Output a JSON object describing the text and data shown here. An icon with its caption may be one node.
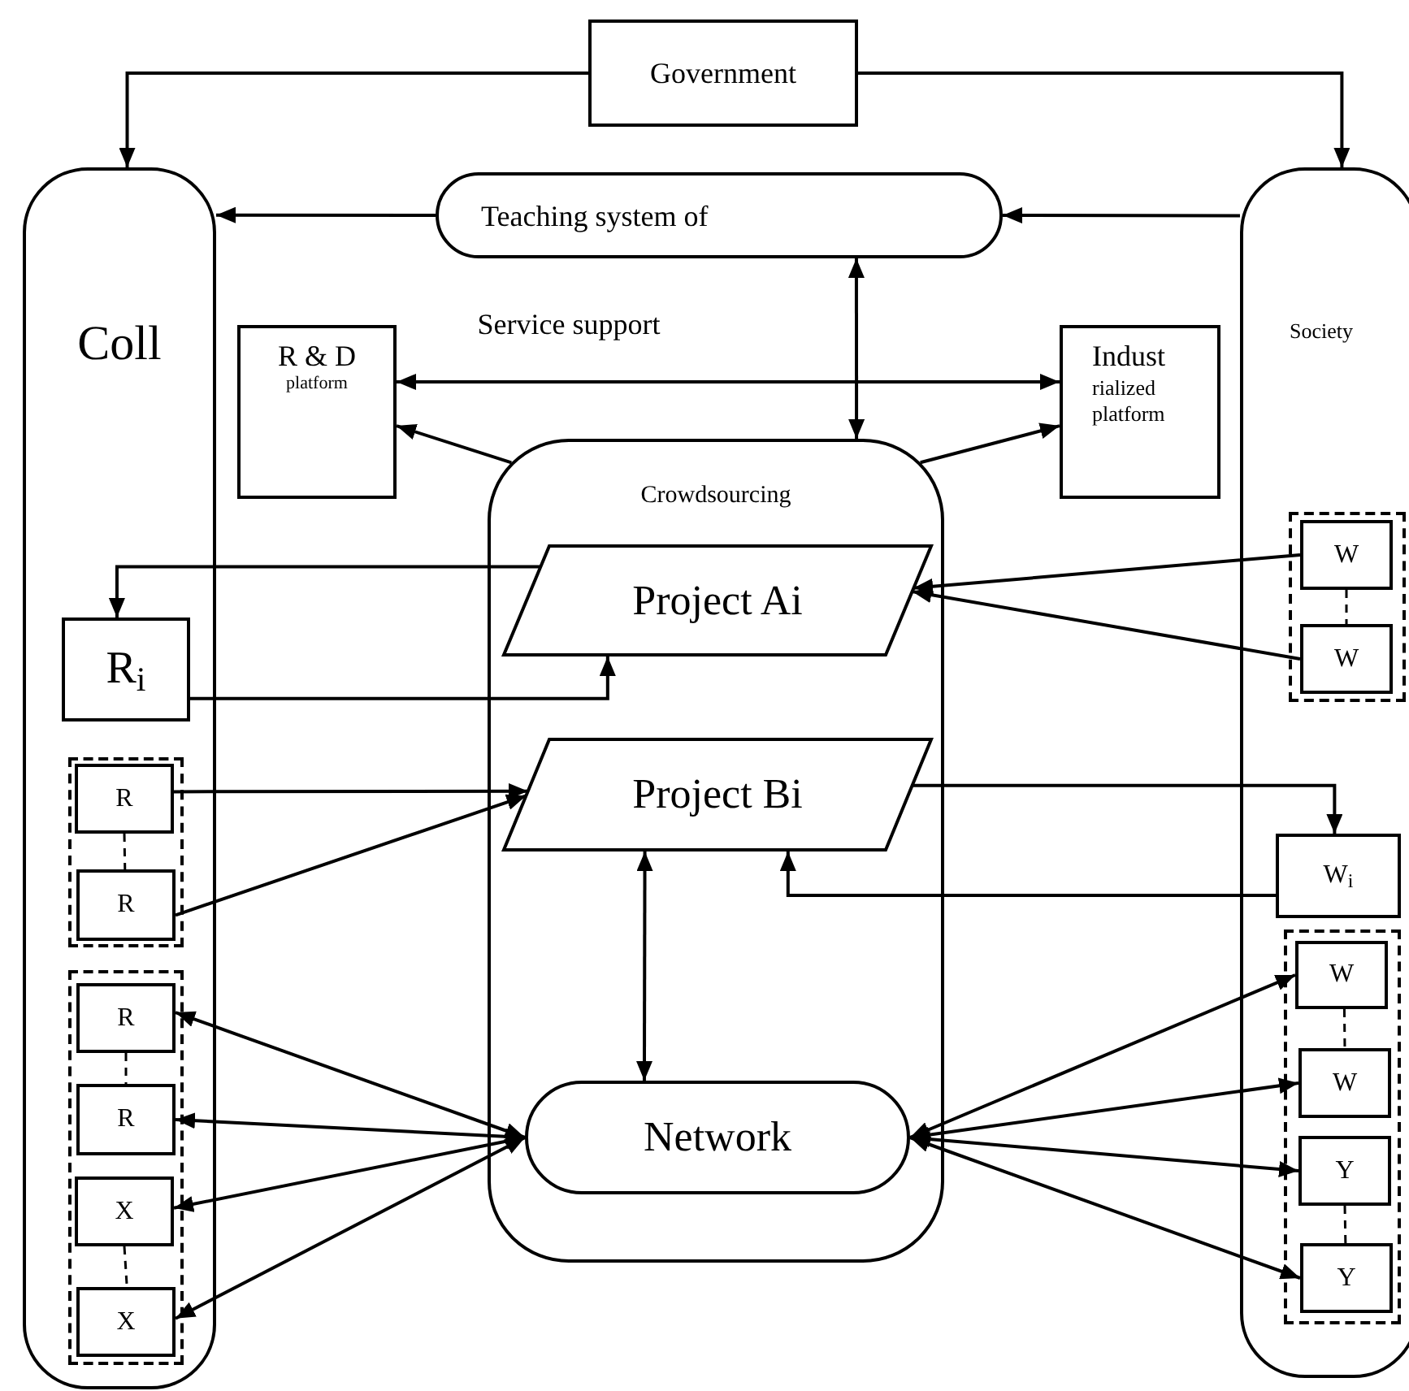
{
  "diagram": {
    "nodes": [
      {
        "text": [
          "Government"
        ]
      },
      {
        "text": [
          "Coll"
        ]
      },
      {
        "text": [
          "Teaching system of"
        ]
      },
      {
        "text": [
          "Society"
        ]
      },
      {
        "text": [
          "R & D",
          "platform"
        ]
      },
      {
        "text": [
          "Indust",
          "rialized platform"
        ]
      },
      {
        "text": [
          "Crowdsourcing"
        ]
      },
      {
        "text": [
          "Project Ai"
        ],
        "in": 6
      },
      {
        "text": [
          "Project Bi"
        ],
        "in": 6
      },
      {
        "text": [
          "Network"
        ],
        "in": 6
      },
      {
        "text": [
          "R$_{i}$"
        ],
        "in": 1
      },
      {
        "text": [],
        "shape": "box",
        "in": 1
      },
      {
        "text": [
          "R"
        ],
        "in": 11
      },
      {
        "text": [
          "R"
        ],
        "in": 11
      },
      {
        "text": [],
        "shape": "box",
        "in": 1
      },
      {
        "text": [
          "R"
        ],
        "in": 14
      },
      {
        "text": [
          "R"
        ],
        "in": 14
      },
      {
        "text": [
          "X"
        ],
        "in": 14
      },
      {
        "text": [
          "X"
        ],
        "in": 14
      },
      {
        "text": [],
        "shape": "box",
        "in": 3
      },
      {
        "text": [
          "W"
        ],
        "in": 19
      },
      {
        "text": [
          "W"
        ],
        "in": 19
      },
      {
        "text": [
          "W$_{i}$"
        ],
        "in": 3
      },
      {
        "text": [],
        "shape": "box",
        "in": 3
      },
      {
        "text": [
          "W"
        ],
        "in": 23
      },
      {
        "text": [
          "W"
        ],
        "in": 23
      },
      {
        "text": [
          "Y"
        ],
        "in": 23
      },
      {
        "text": [
          "Y"
        ],
        "in": 23
      }
    ],
    "edges": [
      {
        "from": 0,
        "to": 1,
        "arrow": "to"
      },
      {
        "from": 0,
        "to": 3,
        "arrow": "to"
      },
      {
        "from": 2,
        "to": 1,
        "arrow": "to"
      },
      {
        "from": 3,
        "to": 2,
        "arrow": "to"
      },
      {
        "from": 6,
        "to": 2,
        "arrow": "both"
      },
      {
        "from": 4,
        "to": 5,
        "arrow": "both",
        "label": "Service support"
      },
      {
        "from": 6,
        "to": 4,
        "arrow": "to"
      },
      {
        "from": 6,
        "to": 5,
        "arrow": "to"
      },
      {
        "from": 7,
        "to": 10,
        "arrow": "to"
      },
      {
        "from": 10,
        "to": 7,
        "arrow": "to"
      },
      {
        "from": 12,
        "to": 8,
        "arrow": "to"
      },
      {
        "from": 13,
        "to": 8,
        "arrow": "to"
      },
      {
        "from": 8,
        "to": 9,
        "arrow": "both"
      },
      {
        "from": 9,
        "to": 15,
        "arrow": "both"
      },
      {
        "from": 9,
        "to": 16,
        "arrow": "both"
      },
      {
        "from": 9,
        "to": 17,
        "arrow": "both"
      },
      {
        "from": 9,
        "to": 18,
        "arrow": "both"
      },
      {
        "from": 9,
        "to": 24,
        "arrow": "both"
      },
      {
        "from": 9,
        "to": 25,
        "arrow": "both"
      },
      {
        "from": 9,
        "to": 26,
        "arrow": "both"
      },
      {
        "from": 9,
        "to": 27,
        "arrow": "both"
      },
      {
        "from": 20,
        "to": 7,
        "arrow": "to"
      },
      {
        "from": 21,
        "to": 7,
        "arrow": "to"
      },
      {
        "from": 8,
        "to": 22,
        "arrow": "to"
      },
      {
        "from": 22,
        "to": 8,
        "arrow": "to"
      },
      {
        "from": 12,
        "to": 13,
        "arrow": "none",
        "style": "dashed"
      },
      {
        "from": 15,
        "to": 16,
        "arrow": "none",
        "style": "dashed"
      },
      {
        "from": 17,
        "to": 18,
        "arrow": "none",
        "style": "dashed"
      },
      {
        "from": 20,
        "to": 21,
        "arrow": "none",
        "style": "dashed"
      },
      {
        "from": 24,
        "to": 25,
        "arrow": "none",
        "style": "dashed"
      },
      {
        "from": 26,
        "to": 27,
        "arrow": "none",
        "style": "dashed"
      }
    ]
  }
}
